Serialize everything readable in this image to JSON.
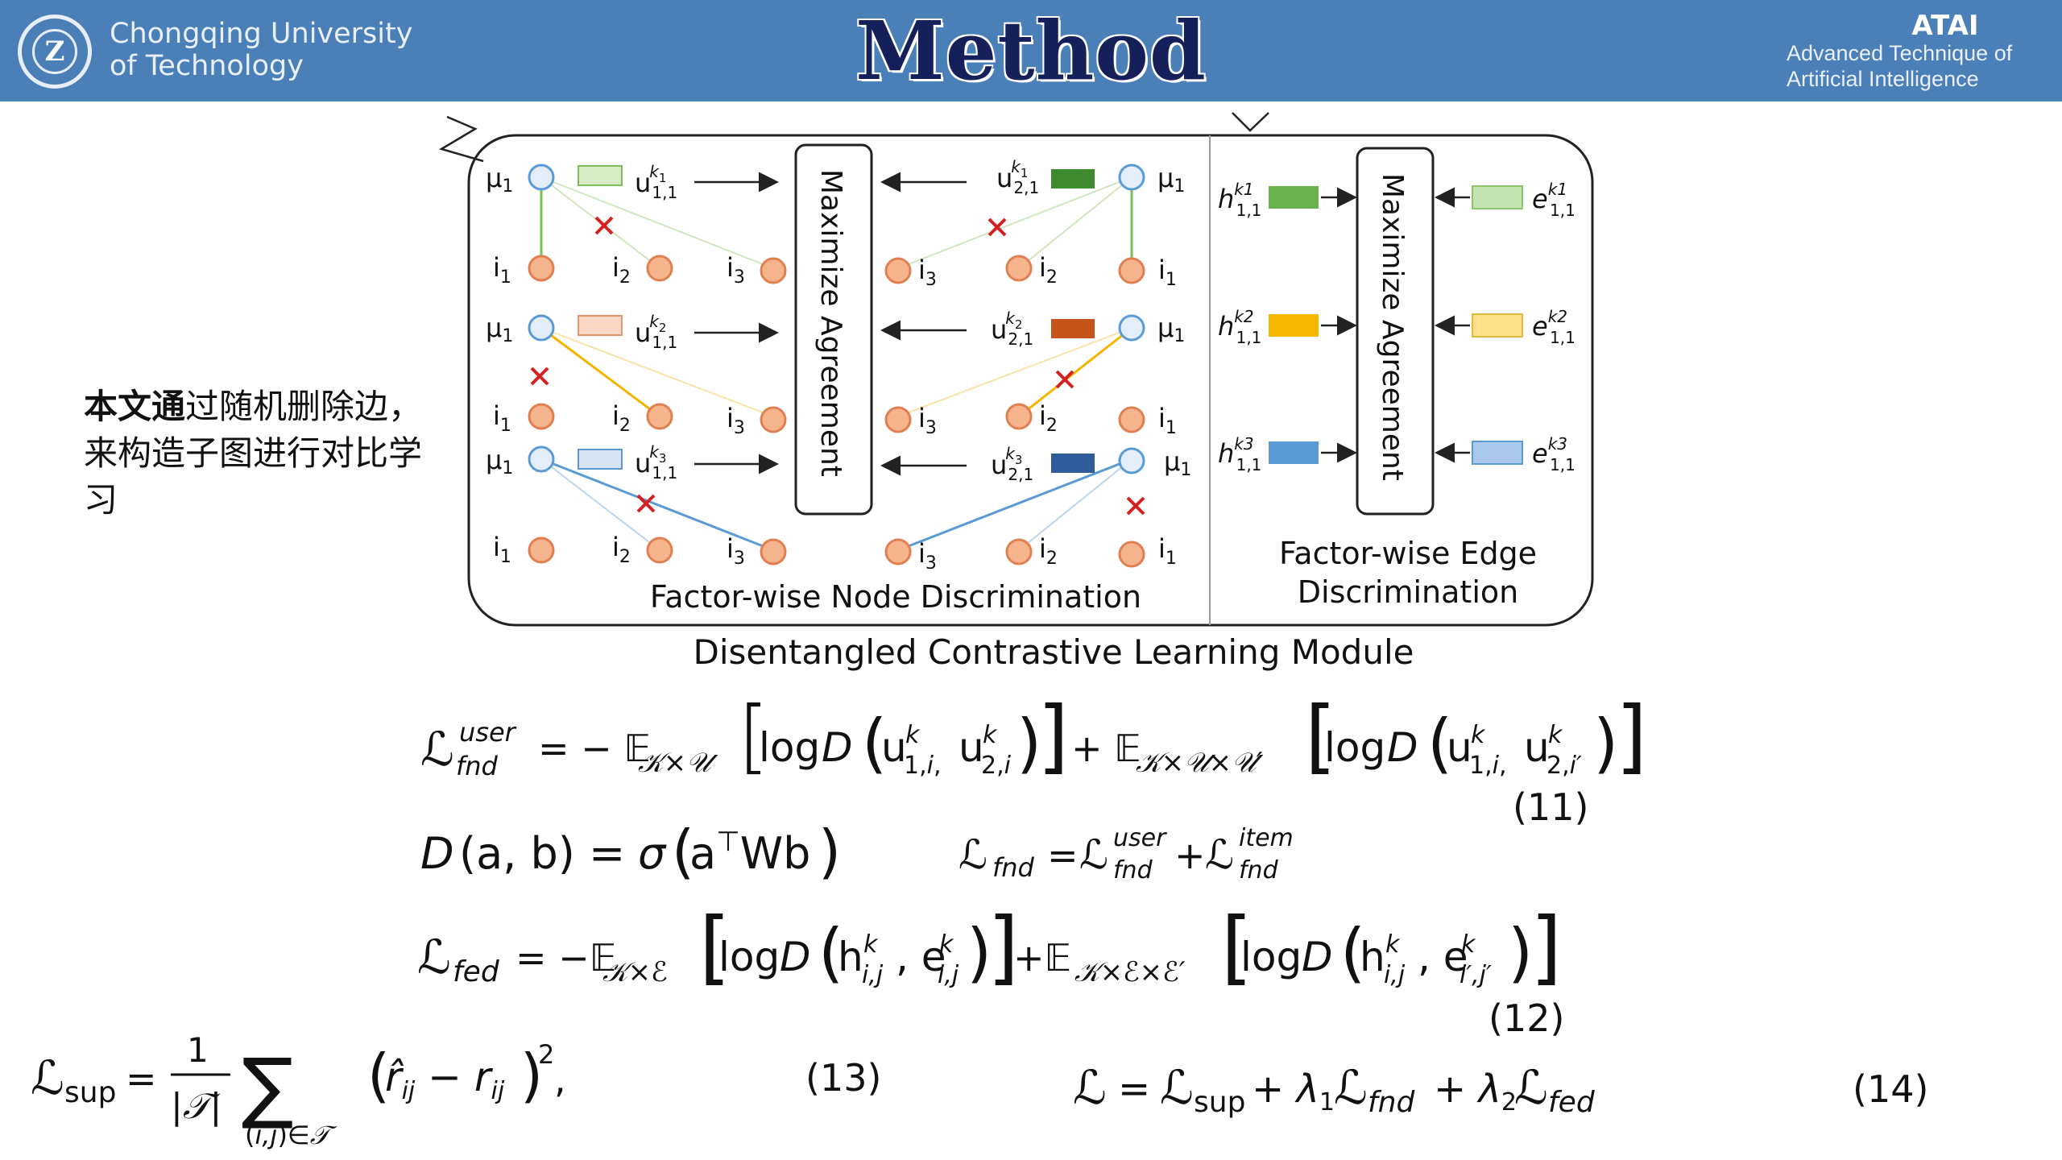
{
  "header": {
    "university_line1": "Chongqing University",
    "university_line2": "of Technology",
    "title": "Method",
    "lab_name": "ATAI",
    "lab_line1": "Advanced Technique of",
    "lab_line2": "Artificial  Intelligence",
    "colors": {
      "bar": "#4a7fb8",
      "title": "#15205a"
    }
  },
  "note": {
    "bold_part": "本文通",
    "text": "过随机删除边，来构造子图进行对比学习"
  },
  "figure": {
    "module_caption": "Disentangled Contrastive Learning Module",
    "node_panel_caption": "Factor-wise Node Discrimination",
    "edge_panel_caption_line1": "Factor-wise Edge",
    "edge_panel_caption_line2": "Discrimination",
    "maximize_label": "Maximize Agreement",
    "user_label": "μ",
    "item_label": "i",
    "factor_colors": [
      "#7bbf52",
      "#f6b400",
      "#5a9bd5"
    ],
    "left_rect_colors": [
      "#d6ebc6",
      "#fbd8c4",
      "#d8e3f3"
    ],
    "right_rect_colors": [
      "#3f8a2e",
      "#c4541a",
      "#2f5d9c"
    ],
    "edge_h_colors": [
      "#6ab04c",
      "#f5b800",
      "#5b9bd5"
    ],
    "edge_e_colors": [
      "#c5e3b0",
      "#ffe08a",
      "#a9c8ec"
    ]
  },
  "equations": {
    "eq11_number": "(11)",
    "eq12_number": "(12)",
    "eq13_number": "(13)",
    "eq14_number": "(14)"
  }
}
